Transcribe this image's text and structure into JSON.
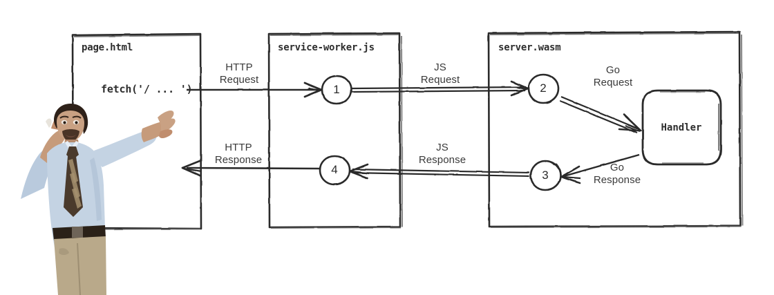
{
  "diagram": {
    "title_hidden": "",
    "boxes": [
      {
        "id": "page-html",
        "label": "page.html"
      },
      {
        "id": "service-worker",
        "label": "service-worker.js"
      },
      {
        "id": "server-wasm",
        "label": "server.wasm"
      }
    ],
    "code_call": "fetch('/ ... ')",
    "handler": {
      "label": "Handler"
    },
    "steps": [
      {
        "id": "step-1",
        "number": "1"
      },
      {
        "id": "step-2",
        "number": "2"
      },
      {
        "id": "step-3",
        "number": "3"
      },
      {
        "id": "step-4",
        "number": "4"
      }
    ],
    "edge_labels": [
      {
        "id": "http-request",
        "line1": "HTTP",
        "line2": "Request",
        "text": "HTTP\nRequest"
      },
      {
        "id": "js-request",
        "line1": "JS",
        "line2": "Request",
        "text": "JS\nRequest"
      },
      {
        "id": "go-request",
        "line1": "Go",
        "line2": "Request",
        "text": "Go\nRequest"
      },
      {
        "id": "http-response",
        "line1": "HTTP",
        "line2": "Response",
        "text": "HTTP\nResponse"
      },
      {
        "id": "js-response",
        "line1": "JS",
        "line2": "Response",
        "text": "JS\nResponse"
      },
      {
        "id": "go-response",
        "line1": "Go",
        "line2": "Response",
        "text": "Go\nResponse"
      }
    ],
    "presenter": {
      "alt": "man-in-shirt-and-tie-gesturing"
    },
    "colors": {
      "stroke": "#2b2b2b",
      "label_text": "#3a3a3a",
      "code_text": "#2e2e2e",
      "background": "#ffffff",
      "shirt": "#c4d3e3",
      "tie": "#4a3a2c",
      "pants": "#b9a98a",
      "skin": "#c69b7b",
      "hair": "#2e2119"
    }
  }
}
